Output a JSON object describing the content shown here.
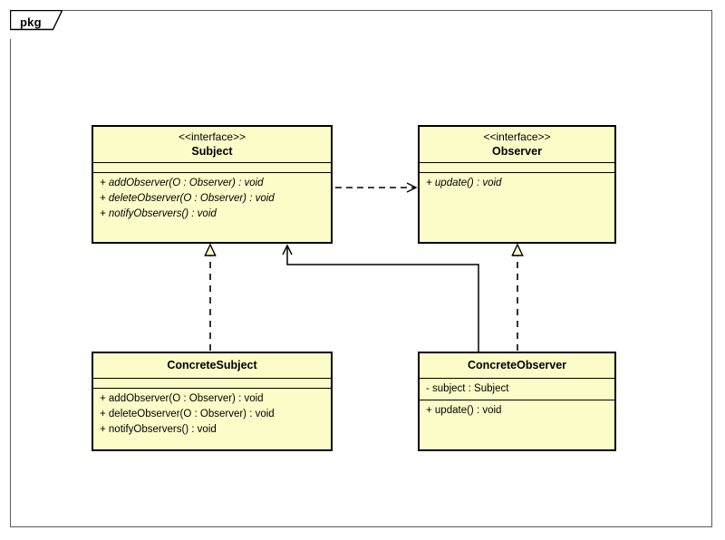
{
  "diagram": {
    "type": "uml-class-diagram",
    "package_label": "pkg",
    "background_color": "#ffffff",
    "class_fill_color": "#fcfcc8",
    "class_border_color": "#000000",
    "frame_border_color": "#5a5a5a"
  },
  "classes": [
    {
      "id": "subject",
      "stereotype": "<<interface>>",
      "name": "Subject",
      "attributes": [],
      "methods": [
        "+ addObserver(O : Observer) : void",
        "+ deleteObserver(O : Observer) : void",
        "+ notifyObservers() : void"
      ],
      "abstract": true
    },
    {
      "id": "observer",
      "stereotype": "<<interface>>",
      "name": "Observer",
      "attributes": [],
      "methods": [
        "+ update() : void"
      ],
      "abstract": true
    },
    {
      "id": "concrete-subject",
      "stereotype": "",
      "name": "ConcreteSubject",
      "attributes": [],
      "methods": [
        "+ addObserver(O : Observer) : void",
        "+ deleteObserver(O : Observer) : void",
        "+ notifyObservers() : void"
      ],
      "abstract": false
    },
    {
      "id": "concrete-observer",
      "stereotype": "",
      "name": "ConcreteObserver",
      "attributes": [
        "- subject : Subject"
      ],
      "methods": [
        "+ update() : void"
      ],
      "abstract": false
    }
  ],
  "relationships": [
    {
      "id": "subject-depends-observer",
      "kind": "dependency",
      "line": "dashed",
      "arrowhead": "open",
      "from": "subject",
      "to": "observer",
      "label": ""
    },
    {
      "id": "concrete-subject-realizes-subject",
      "kind": "realization",
      "line": "dashed",
      "arrowhead": "hollow-triangle",
      "from": "concrete-subject",
      "to": "subject",
      "label": ""
    },
    {
      "id": "concrete-observer-realizes-observer",
      "kind": "realization",
      "line": "dashed",
      "arrowhead": "hollow-triangle",
      "from": "concrete-observer",
      "to": "observer",
      "label": ""
    },
    {
      "id": "concrete-observer-associates-subject",
      "kind": "association",
      "line": "solid",
      "arrowhead": "open",
      "from": "concrete-observer",
      "to": "subject",
      "label": ""
    }
  ]
}
